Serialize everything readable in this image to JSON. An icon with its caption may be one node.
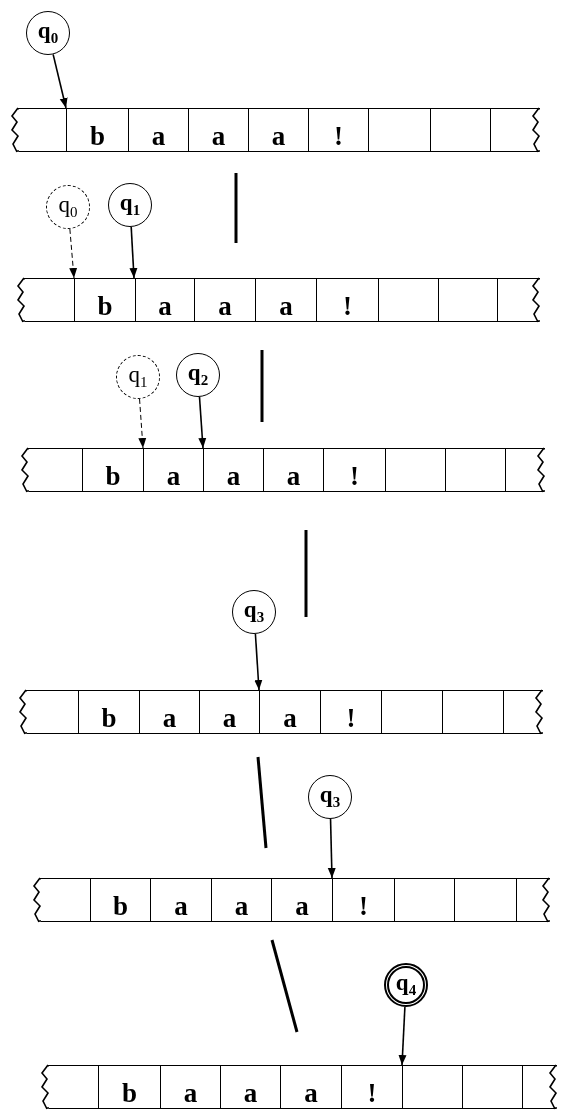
{
  "diagram": {
    "nodes": [
      {
        "text": [
          "q$_{0}$"
        ]
      },
      {
        "text": [],
        "shape": "bar"
      },
      {
        "text": [],
        "shape": "box",
        "in": 1
      },
      {
        "text": [
          "b"
        ],
        "in": 1
      },
      {
        "text": [
          "a"
        ],
        "in": 1
      },
      {
        "text": [
          "a"
        ],
        "in": 1
      },
      {
        "text": [
          "a"
        ],
        "in": 1
      },
      {
        "text": [
          "!"
        ],
        "in": 1
      },
      {
        "text": [],
        "shape": "box",
        "in": 1
      },
      {
        "text": [],
        "shape": "box",
        "in": 1
      },
      {
        "text": [],
        "shape": "box",
        "in": 1
      },
      {
        "text": [
          "q$_{0}$"
        ]
      },
      {
        "text": [
          "q$_{1}$"
        ]
      },
      {
        "text": [],
        "shape": "bar"
      },
      {
        "text": [],
        "shape": "box",
        "in": 13
      },
      {
        "text": [
          "b"
        ],
        "in": 13
      },
      {
        "text": [
          "a"
        ],
        "in": 13
      },
      {
        "text": [
          "a"
        ],
        "in": 13
      },
      {
        "text": [
          "a"
        ],
        "in": 13
      },
      {
        "text": [
          "!"
        ],
        "in": 13
      },
      {
        "text": [],
        "shape": "box",
        "in": 13
      },
      {
        "text": [],
        "shape": "box",
        "in": 13
      },
      {
        "text": [],
        "shape": "box",
        "in": 13
      },
      {
        "text": [
          "q$_{1}$"
        ]
      },
      {
        "text": [
          "q$_{2}$"
        ]
      },
      {
        "text": [],
        "shape": "bar"
      },
      {
        "text": [],
        "shape": "box",
        "in": 25
      },
      {
        "text": [
          "b"
        ],
        "in": 25
      },
      {
        "text": [
          "a"
        ],
        "in": 25
      },
      {
        "text": [
          "a"
        ],
        "in": 25
      },
      {
        "text": [
          "a"
        ],
        "in": 25
      },
      {
        "text": [
          "!"
        ],
        "in": 25
      },
      {
        "text": [],
        "shape": "box",
        "in": 25
      },
      {
        "text": [],
        "shape": "box",
        "in": 25
      },
      {
        "text": [],
        "shape": "box",
        "in": 25
      },
      {
        "text": [
          "q$_{3}$"
        ]
      },
      {
        "text": [],
        "shape": "bar"
      },
      {
        "text": [],
        "shape": "box",
        "in": 36
      },
      {
        "text": [
          "b"
        ],
        "in": 36
      },
      {
        "text": [
          "a"
        ],
        "in": 36
      },
      {
        "text": [
          "a"
        ],
        "in": 36
      },
      {
        "text": [
          "a"
        ],
        "in": 36
      },
      {
        "text": [
          "!"
        ],
        "in": 36
      },
      {
        "text": [],
        "shape": "box",
        "in": 36
      },
      {
        "text": [],
        "shape": "box",
        "in": 36
      },
      {
        "text": [],
        "shape": "box",
        "in": 36
      },
      {
        "text": [
          "q$_{3}$"
        ]
      },
      {
        "text": [],
        "shape": "bar"
      },
      {
        "text": [],
        "shape": "box",
        "in": 47
      },
      {
        "text": [
          "b"
        ],
        "in": 47
      },
      {
        "text": [
          "a"
        ],
        "in": 47
      },
      {
        "text": [
          "a"
        ],
        "in": 47
      },
      {
        "text": [
          "a"
        ],
        "in": 47
      },
      {
        "text": [
          "!"
        ],
        "in": 47
      },
      {
        "text": [],
        "shape": "box",
        "in": 47
      },
      {
        "text": [],
        "shape": "box",
        "in": 47
      },
      {
        "text": [],
        "shape": "box",
        "in": 47
      },
      {
        "text": [
          "q$_{4}$"
        ]
      },
      {
        "text": [],
        "shape": "bar"
      },
      {
        "text": [],
        "shape": "box",
        "in": 58
      },
      {
        "text": [
          "b"
        ],
        "in": 58
      },
      {
        "text": [
          "a"
        ],
        "in": 58
      },
      {
        "text": [
          "a"
        ],
        "in": 58
      },
      {
        "text": [
          "a"
        ],
        "in": 58
      },
      {
        "text": [
          "!"
        ],
        "in": 58
      },
      {
        "text": [],
        "shape": "box",
        "in": 58
      },
      {
        "text": [],
        "shape": "box",
        "in": 58
      },
      {
        "text": [],
        "shape": "box",
        "in": 58
      }
    ],
    "edges": [
      {
        "from": 0,
        "to": 1,
        "arrow": "to"
      },
      {
        "from": 11,
        "to": 13,
        "arrow": "to",
        "style": "dashed"
      },
      {
        "from": 12,
        "to": 13,
        "arrow": "to"
      },
      {
        "from": 23,
        "to": 25,
        "arrow": "to",
        "style": "dashed"
      },
      {
        "from": 24,
        "to": 25,
        "arrow": "to"
      },
      {
        "from": 35,
        "to": 36,
        "arrow": "to"
      },
      {
        "from": 46,
        "to": 47,
        "arrow": "to"
      },
      {
        "from": 57,
        "to": 58,
        "arrow": "to"
      }
    ]
  }
}
